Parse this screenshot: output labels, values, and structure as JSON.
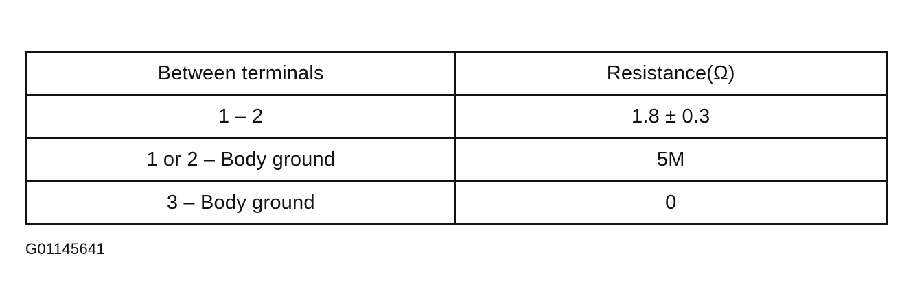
{
  "table": {
    "headers": [
      "Between terminals",
      "Resistance(Ω)"
    ],
    "rows": [
      [
        "1 – 2",
        "1.8 ± 0.3"
      ],
      [
        "1 or 2 – Body ground",
        "5M"
      ],
      [
        "3 – Body ground",
        "0"
      ]
    ]
  },
  "figure_id": "G01145641"
}
